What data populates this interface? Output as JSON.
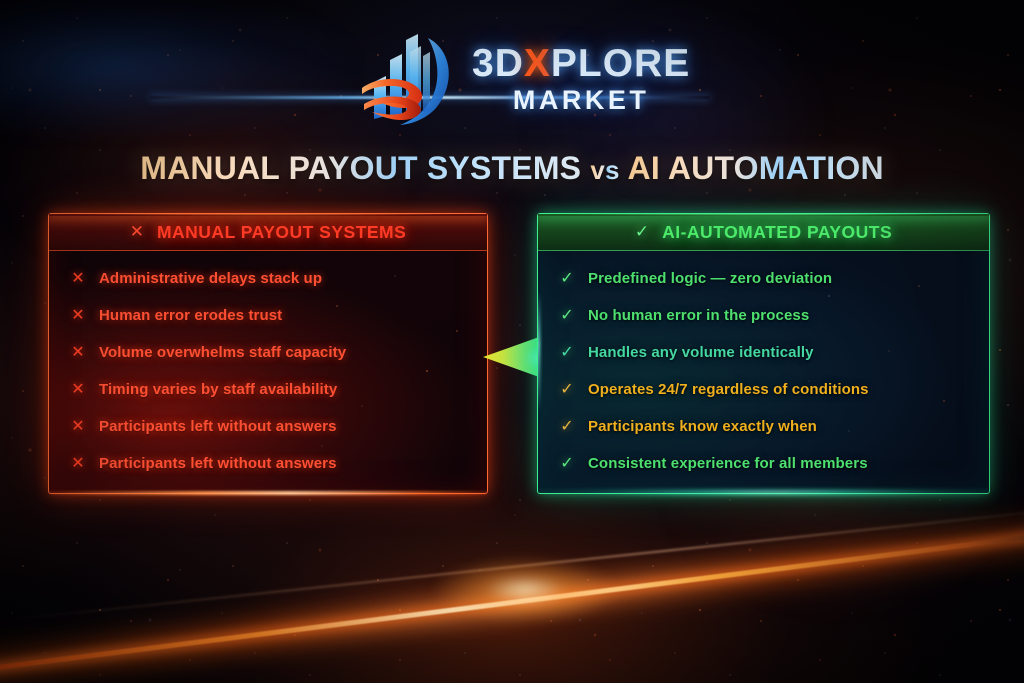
{
  "brand": {
    "logo_icon": "3dxplore-tower-swoosh-logo",
    "line1_prefix": "3D",
    "line1_x": "X",
    "line1_suffix": "PLORE",
    "line2": "MARKET"
  },
  "headline": {
    "left": "MANUAL PAYOUT SYSTEMS",
    "vs": "vs",
    "right": "AI AUTOMATION"
  },
  "panels": {
    "left": {
      "icon": "✕",
      "icon_name": "cross-icon",
      "title": "MANUAL PAYOUT SYSTEMS",
      "accent": "#ff6a33",
      "text_color": "#ff4f33",
      "items": [
        {
          "mark": "✕",
          "text": "Administrative delays stack up"
        },
        {
          "mark": "✕",
          "text": "Human error erodes trust"
        },
        {
          "mark": "✕",
          "text": "Volume overwhelms staff capacity"
        },
        {
          "mark": "✕",
          "text": "Timing varies by staff availability"
        },
        {
          "mark": "✕",
          "text": "Participants left without answers"
        },
        {
          "mark": "✕",
          "text": "Participants left without answers"
        }
      ]
    },
    "right": {
      "icon": "✓",
      "icon_name": "check-icon",
      "title": "AI-AUTOMATED PAYOUTS",
      "accent": "#3cf08f",
      "items": [
        {
          "mark": "✓",
          "text": "Predefined logic — zero deviation",
          "tone": "green",
          "color": "#4ee06f"
        },
        {
          "mark": "✓",
          "text": "No human error in the process",
          "tone": "green",
          "color": "#4ee06f"
        },
        {
          "mark": "✓",
          "text": "Handles any volume identically",
          "tone": "teal",
          "color": "#44d8a0"
        },
        {
          "mark": "✓",
          "text": "Operates 24/7 regardless of conditions",
          "tone": "gold",
          "color": "#f0b01e"
        },
        {
          "mark": "✓",
          "text": "Participants know exactly when",
          "tone": "gold",
          "color": "#f0b01e"
        },
        {
          "mark": "✓",
          "text": "Consistent experience for all members",
          "tone": "green",
          "color": "#4ee06f"
        }
      ]
    }
  },
  "arrow": {
    "name": "transition-arrow-left",
    "direction": "left",
    "gradient_from": "#e8e030",
    "gradient_to": "#47e07e"
  },
  "background": {
    "name": "starfield-space-background",
    "base_color": "#08050a",
    "streak_color": "#ff8a28"
  }
}
